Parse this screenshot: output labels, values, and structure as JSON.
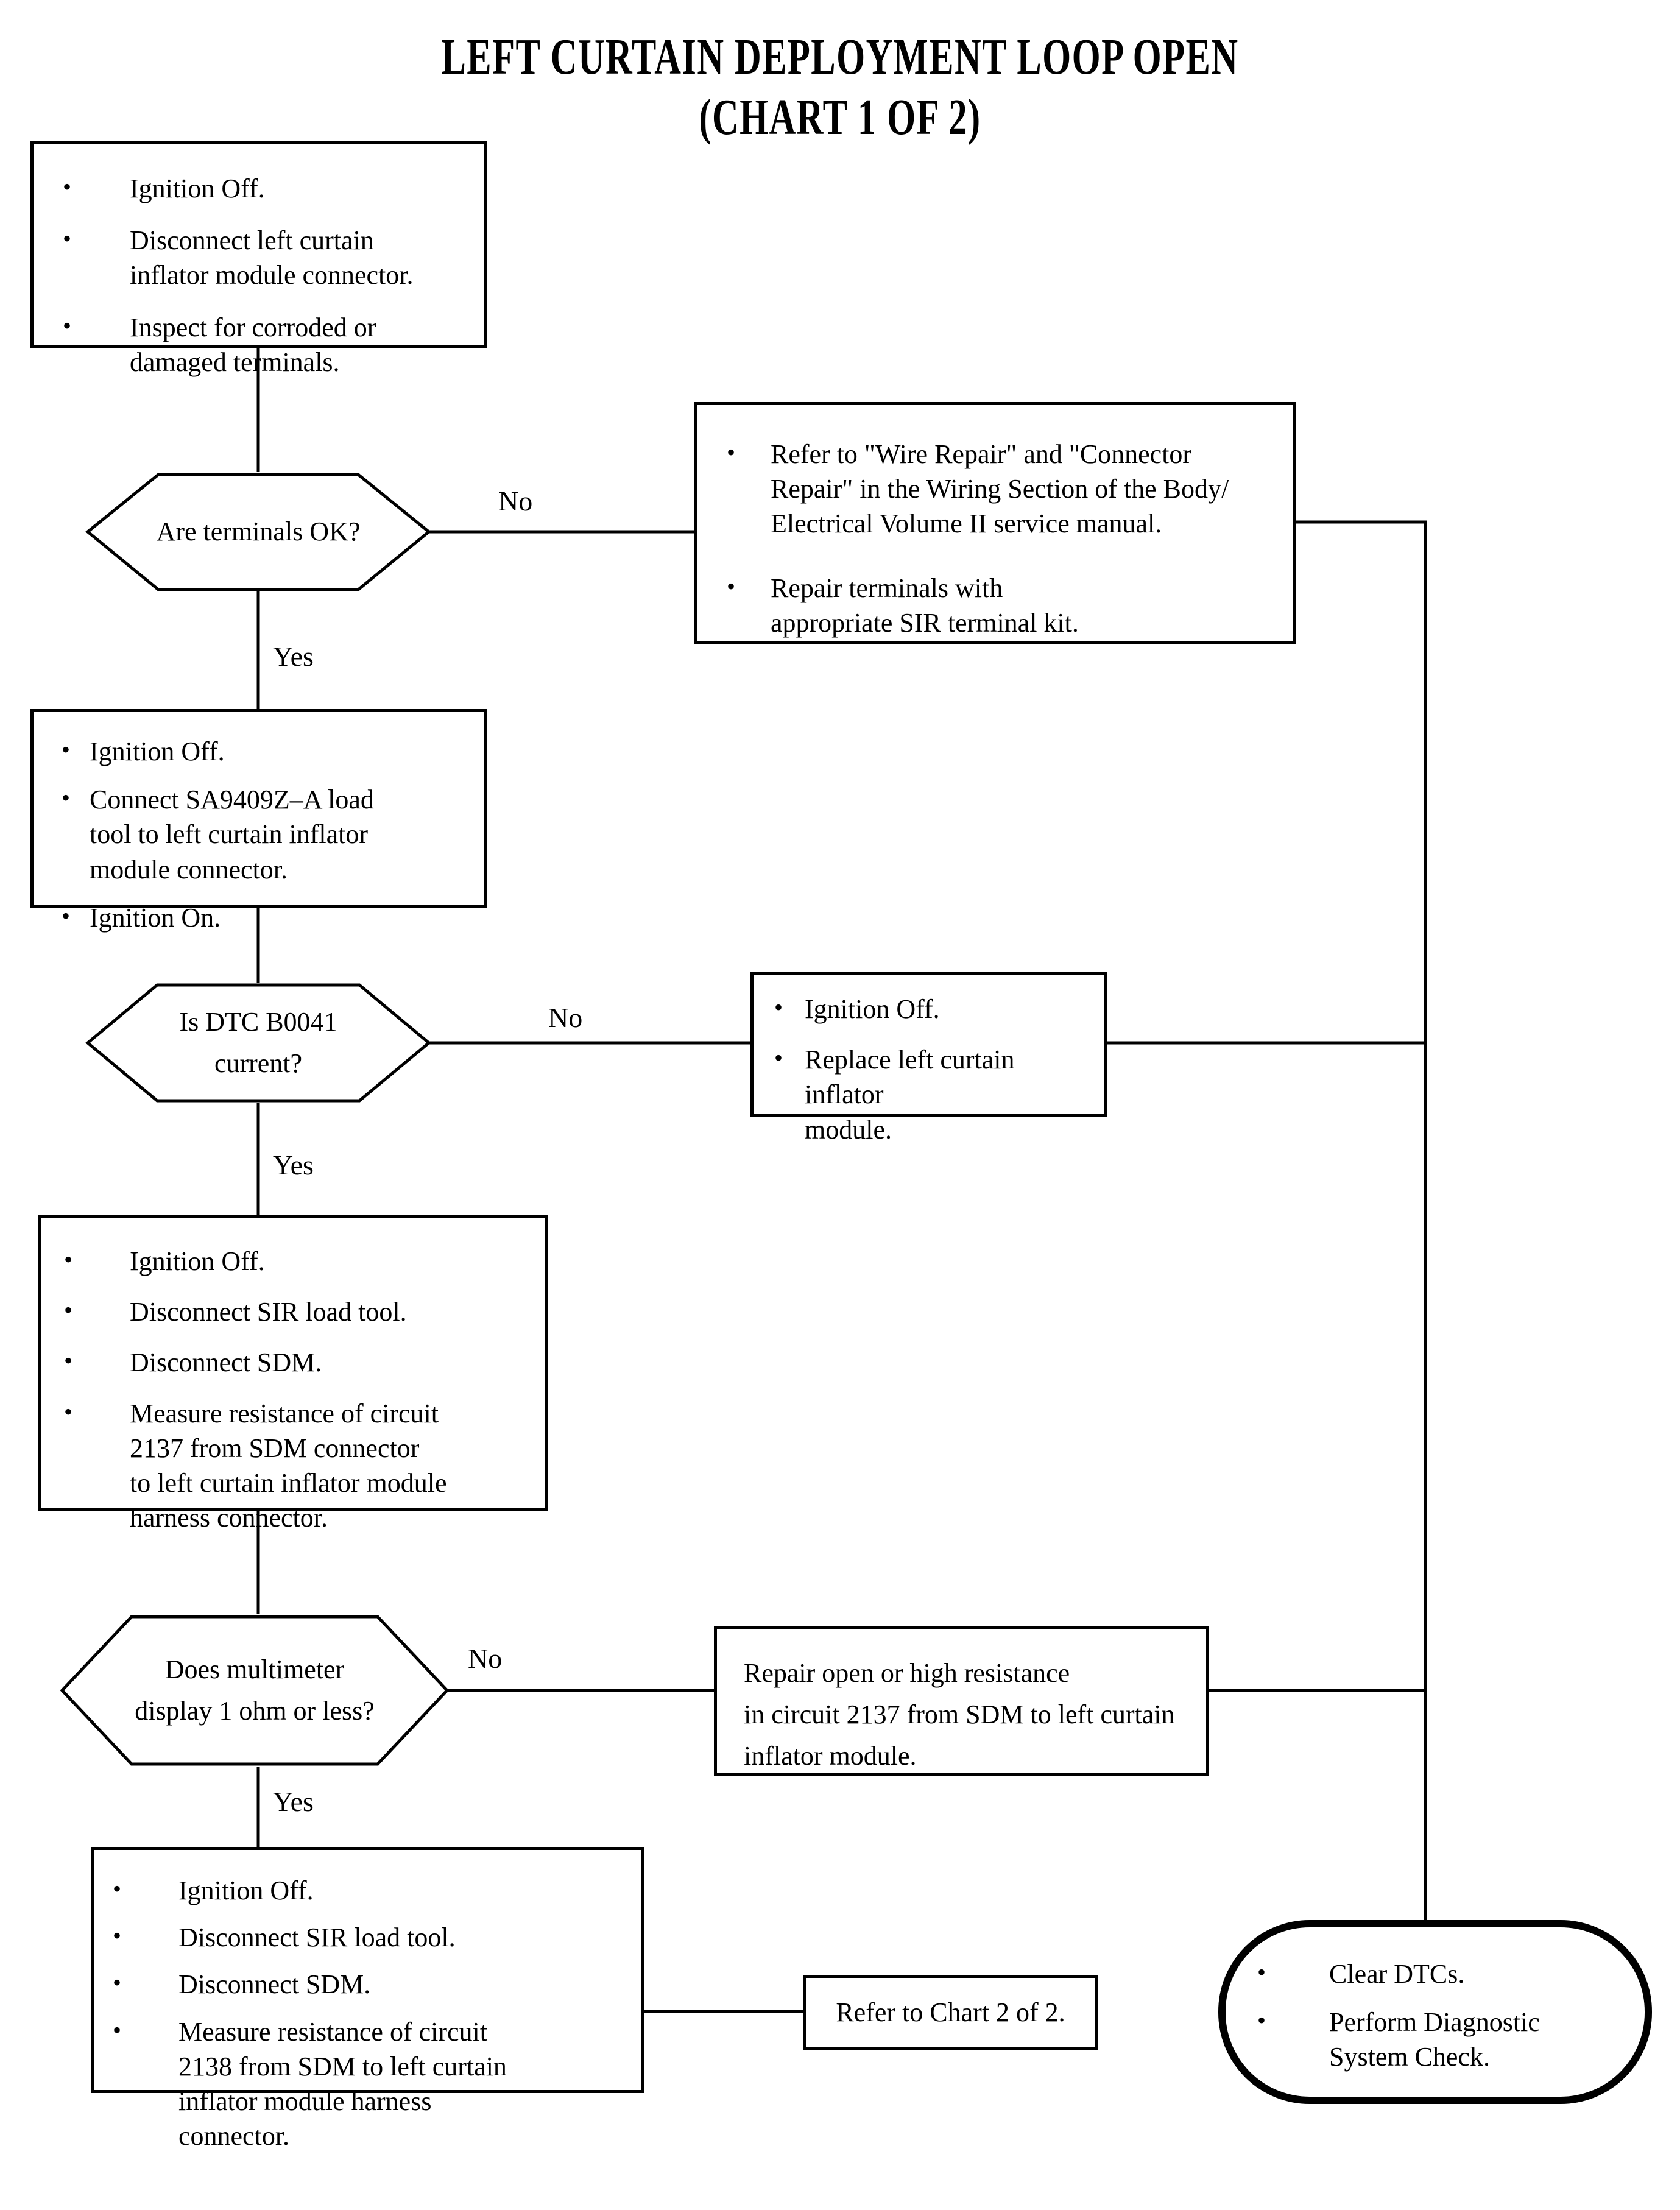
{
  "title": {
    "line1": "LEFT CURTAIN DEPLOYMENT LOOP OPEN",
    "line2": "(CHART 1 OF 2)"
  },
  "nodes": {
    "step1": {
      "type": "process",
      "bullets": [
        "Ignition Off.",
        "Disconnect left curtain\ninflator module connector.",
        "Inspect for corroded or\ndamaged terminals."
      ]
    },
    "decision1": {
      "type": "decision",
      "lines": [
        "Are terminals OK?"
      ],
      "yes_label": "Yes",
      "no_label": "No"
    },
    "repair_terminals": {
      "type": "process",
      "bullets": [
        "Refer to \"Wire Repair\" and \"Connector\nRepair\" in the Wiring Section of the Body/\nElectrical Volume II service manual.",
        "Repair terminals with\nappropriate SIR terminal kit."
      ]
    },
    "step2": {
      "type": "process",
      "bullets": [
        "Ignition Off.",
        "Connect SA9409Z–A load\ntool to left curtain inflator\nmodule connector.",
        "Ignition On."
      ]
    },
    "decision2": {
      "type": "decision",
      "lines": [
        "Is DTC B0041",
        "current?"
      ],
      "yes_label": "Yes",
      "no_label": "No"
    },
    "replace_module": {
      "type": "process",
      "bullets": [
        "Ignition Off.",
        "Replace left curtain inflator\nmodule."
      ]
    },
    "step3": {
      "type": "process",
      "bullets": [
        "Ignition Off.",
        "Disconnect SIR load tool.",
        "Disconnect SDM.",
        "Measure resistance of circuit\n2137 from SDM connector\nto left curtain inflator module\nharness connector."
      ]
    },
    "decision3": {
      "type": "decision",
      "lines": [
        "Does multimeter",
        "display 1 ohm or less?"
      ],
      "yes_label": "Yes",
      "no_label": "No"
    },
    "repair_2137": {
      "type": "process",
      "lines": [
        "Repair open or high resistance",
        "in circuit 2137 from SDM to left curtain",
        "inflator module."
      ]
    },
    "step4": {
      "type": "process",
      "bullets": [
        "Ignition Off.",
        "Disconnect SIR load tool.",
        "Disconnect SDM.",
        "Measure resistance of circuit\n2138 from SDM to left curtain\ninflator module harness\nconnector."
      ]
    },
    "chart2_ref": {
      "type": "process",
      "lines": [
        "Refer to Chart 2 of 2."
      ]
    },
    "terminator": {
      "type": "terminator",
      "bullets": [
        "Clear DTCs.",
        "Perform Diagnostic\nSystem Check."
      ]
    }
  },
  "colors": {
    "stroke": "#000000",
    "background": "#ffffff"
  }
}
